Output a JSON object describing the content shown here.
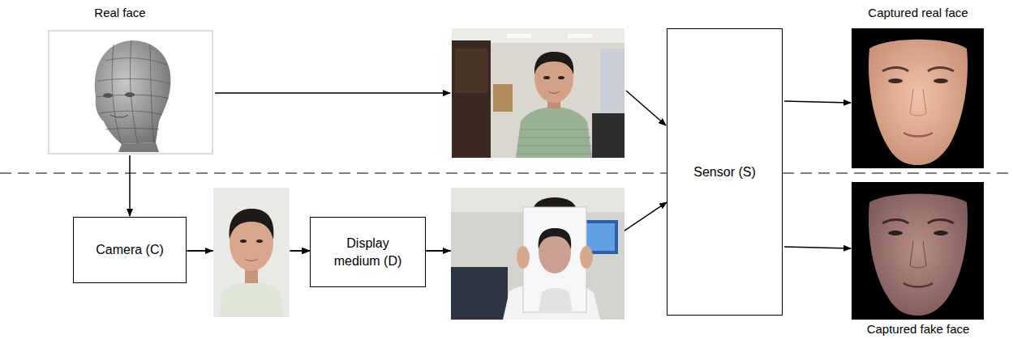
{
  "diagram": {
    "nodes": [
      {
        "text": [
          "Camera (C)"
        ]
      },
      {
        "text": [
          "Display medium (D)"
        ]
      },
      {
        "text": [
          "Sensor (S)"
        ]
      }
    ],
    "edges": [
      {
        "from": 0,
        "to": 1,
        "arrow": "to"
      },
      {
        "from": 1,
        "to": 2,
        "arrow": "to"
      }
    ],
    "labels": [
      "Real face",
      "Captured real face",
      "Captured fake face"
    ]
  }
}
